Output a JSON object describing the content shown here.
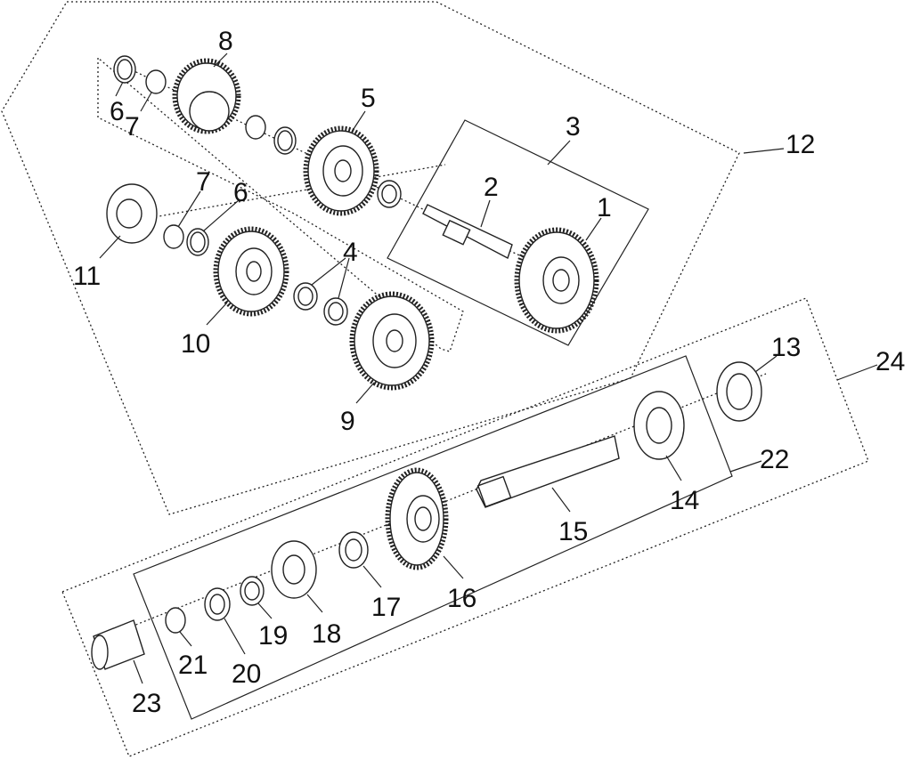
{
  "title": "Transmission gear and shaft assembly exploded diagram",
  "callouts": [
    "8",
    "6",
    "7",
    "5",
    "3",
    "12",
    "7",
    "6",
    "2",
    "1",
    "11",
    "4",
    "10",
    "9",
    "13",
    "24",
    "22",
    "14",
    "15",
    "16",
    "17",
    "18",
    "19",
    "20",
    "21",
    "23"
  ]
}
